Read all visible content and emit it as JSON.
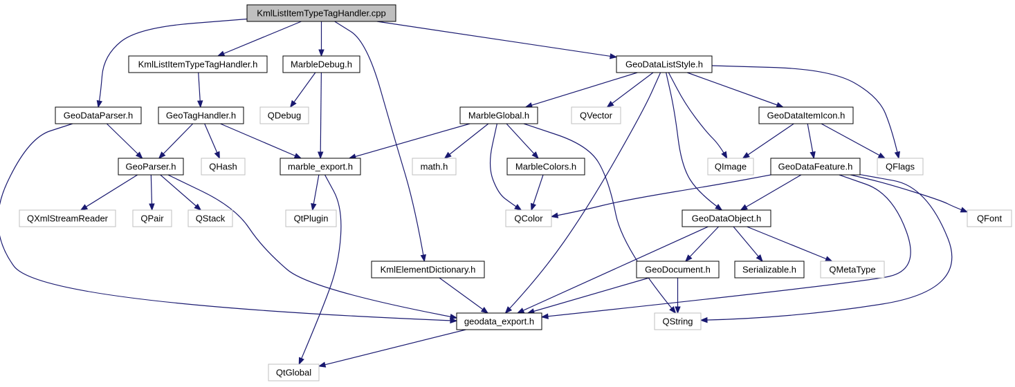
{
  "diagram": {
    "title": "",
    "nodes": [
      {
        "id": "root",
        "label": "KmlListItemTypeTagHandler.cpp",
        "kind": "root"
      },
      {
        "id": "klh",
        "label": "KmlListItemTypeTagHandler.h",
        "kind": "internal"
      },
      {
        "id": "mdbg",
        "label": "MarbleDebug.h",
        "kind": "internal"
      },
      {
        "id": "gdls",
        "label": "GeoDataListStyle.h",
        "kind": "internal"
      },
      {
        "id": "gdp",
        "label": "GeoDataParser.h",
        "kind": "internal"
      },
      {
        "id": "gth",
        "label": "GeoTagHandler.h",
        "kind": "internal"
      },
      {
        "id": "qdebug",
        "label": "QDebug",
        "kind": "external"
      },
      {
        "id": "mglob",
        "label": "MarbleGlobal.h",
        "kind": "internal"
      },
      {
        "id": "qvector",
        "label": "QVector",
        "kind": "external"
      },
      {
        "id": "gdii",
        "label": "GeoDataItemIcon.h",
        "kind": "internal"
      },
      {
        "id": "gparser",
        "label": "GeoParser.h",
        "kind": "internal"
      },
      {
        "id": "qhash",
        "label": "QHash",
        "kind": "external"
      },
      {
        "id": "mexp",
        "label": "marble_export.h",
        "kind": "internal"
      },
      {
        "id": "math",
        "label": "math.h",
        "kind": "external"
      },
      {
        "id": "mcolors",
        "label": "MarbleColors.h",
        "kind": "internal"
      },
      {
        "id": "qimage",
        "label": "QImage",
        "kind": "external"
      },
      {
        "id": "gdf",
        "label": "GeoDataFeature.h",
        "kind": "internal"
      },
      {
        "id": "qflags",
        "label": "QFlags",
        "kind": "external"
      },
      {
        "id": "qxml",
        "label": "QXmlStreamReader",
        "kind": "external"
      },
      {
        "id": "qpair",
        "label": "QPair",
        "kind": "external"
      },
      {
        "id": "qstack",
        "label": "QStack",
        "kind": "external"
      },
      {
        "id": "qtplugin",
        "label": "QtPlugin",
        "kind": "external"
      },
      {
        "id": "qcolor",
        "label": "QColor",
        "kind": "external"
      },
      {
        "id": "gdo",
        "label": "GeoDataObject.h",
        "kind": "internal"
      },
      {
        "id": "qfont",
        "label": "QFont",
        "kind": "external"
      },
      {
        "id": "ked",
        "label": "KmlElementDictionary.h",
        "kind": "internal"
      },
      {
        "id": "gdoc",
        "label": "GeoDocument.h",
        "kind": "internal"
      },
      {
        "id": "ser",
        "label": "Serializable.h",
        "kind": "internal"
      },
      {
        "id": "qmeta",
        "label": "QMetaType",
        "kind": "external"
      },
      {
        "id": "gexp",
        "label": "geodata_export.h",
        "kind": "internal"
      },
      {
        "id": "qstring",
        "label": "QString",
        "kind": "external"
      },
      {
        "id": "qtglobal",
        "label": "QtGlobal",
        "kind": "external"
      }
    ],
    "edges": [
      {
        "from": "root",
        "to": "gdp"
      },
      {
        "from": "root",
        "to": "klh"
      },
      {
        "from": "root",
        "to": "mdbg"
      },
      {
        "from": "root",
        "to": "ked"
      },
      {
        "from": "root",
        "to": "gdls"
      },
      {
        "from": "klh",
        "to": "gth"
      },
      {
        "from": "gdp",
        "to": "gparser"
      },
      {
        "from": "gdp",
        "to": "gexp"
      },
      {
        "from": "gth",
        "to": "gparser"
      },
      {
        "from": "gth",
        "to": "qhash"
      },
      {
        "from": "gth",
        "to": "mexp"
      },
      {
        "from": "mdbg",
        "to": "qdebug"
      },
      {
        "from": "mdbg",
        "to": "mexp"
      },
      {
        "from": "gparser",
        "to": "qxml"
      },
      {
        "from": "gparser",
        "to": "qpair"
      },
      {
        "from": "gparser",
        "to": "qstack"
      },
      {
        "from": "gparser",
        "to": "gexp"
      },
      {
        "from": "mexp",
        "to": "qtplugin"
      },
      {
        "from": "mexp",
        "to": "qtglobal"
      },
      {
        "from": "ked",
        "to": "gexp"
      },
      {
        "from": "gdls",
        "to": "mglob"
      },
      {
        "from": "gdls",
        "to": "qvector"
      },
      {
        "from": "gdls",
        "to": "gdii"
      },
      {
        "from": "gdls",
        "to": "qflags"
      },
      {
        "from": "gdls",
        "to": "qimage"
      },
      {
        "from": "gdls",
        "to": "gdo"
      },
      {
        "from": "gdls",
        "to": "gexp"
      },
      {
        "from": "mglob",
        "to": "mexp"
      },
      {
        "from": "mglob",
        "to": "math"
      },
      {
        "from": "mglob",
        "to": "mcolors"
      },
      {
        "from": "mglob",
        "to": "qcolor"
      },
      {
        "from": "mglob",
        "to": "qstring"
      },
      {
        "from": "mcolors",
        "to": "qcolor"
      },
      {
        "from": "gdii",
        "to": "qimage"
      },
      {
        "from": "gdii",
        "to": "gdf"
      },
      {
        "from": "gdii",
        "to": "qflags"
      },
      {
        "from": "gdf",
        "to": "qcolor"
      },
      {
        "from": "gdf",
        "to": "gdo"
      },
      {
        "from": "gdf",
        "to": "qfont"
      },
      {
        "from": "gdf",
        "to": "gexp"
      },
      {
        "from": "gdf",
        "to": "qstring"
      },
      {
        "from": "gdo",
        "to": "gdoc"
      },
      {
        "from": "gdo",
        "to": "ser"
      },
      {
        "from": "gdo",
        "to": "qmeta"
      },
      {
        "from": "gdo",
        "to": "gexp"
      },
      {
        "from": "gdoc",
        "to": "gexp"
      },
      {
        "from": "gdoc",
        "to": "qstring"
      },
      {
        "from": "gexp",
        "to": "qtglobal"
      }
    ]
  },
  "colors": {
    "edge": "#191970",
    "node_border": "#000000",
    "external_border": "#bfbfbf",
    "root_fill": "#bfbfbf",
    "background": "#ffffff"
  }
}
